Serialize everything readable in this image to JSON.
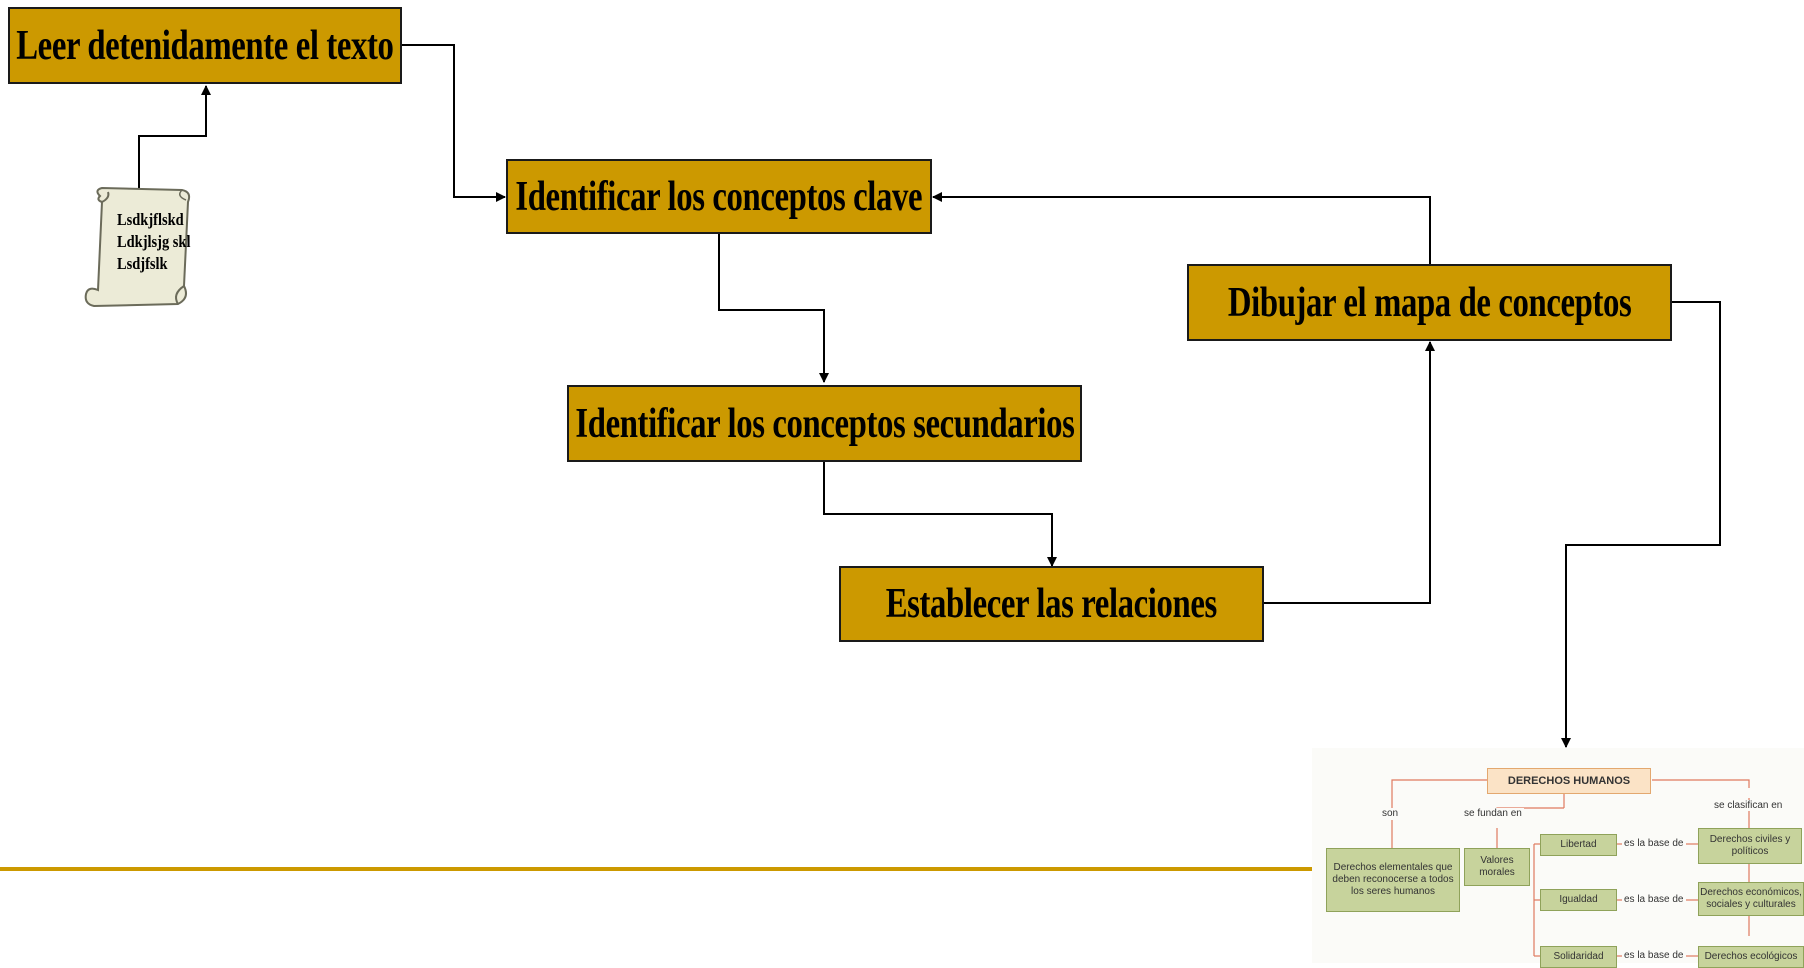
{
  "steps": {
    "read": "Leer detenidamente el texto",
    "key": "Identificar los conceptos clave",
    "secondary": "Identificar los conceptos secundarios",
    "relations": "Establecer las relaciones",
    "draw": "Dibujar el mapa de conceptos"
  },
  "scroll": {
    "line1": "Lsdkjflskd",
    "line2": "Ldkjlsjg skl",
    "line3": "Lsdjfslk"
  },
  "example_map": {
    "title": "DERECHOS HUMANOS",
    "link_son": "son",
    "link_fundan": "se fundan en",
    "link_clasifican": "se clasifican en",
    "def": "Derechos elementales que deben reconocerse a todos los seres humanos",
    "valores": "Valores morales",
    "libertad": "Libertad",
    "igualdad": "Igualdad",
    "solidaridad": "Solidaridad",
    "base1": "es la base de",
    "base2": "es la base de",
    "base3": "es la base de",
    "civiles": "Derechos civiles y políticos",
    "economicos": "Derechos económicos, sociales y culturales",
    "ecologicos": "Derechos ecológicos"
  },
  "colors": {
    "box": "#cc9900",
    "rule": "#cc9900",
    "map_node": "#c7d39c",
    "map_top": "#fbe3c6",
    "map_line": "#e07a5f"
  }
}
